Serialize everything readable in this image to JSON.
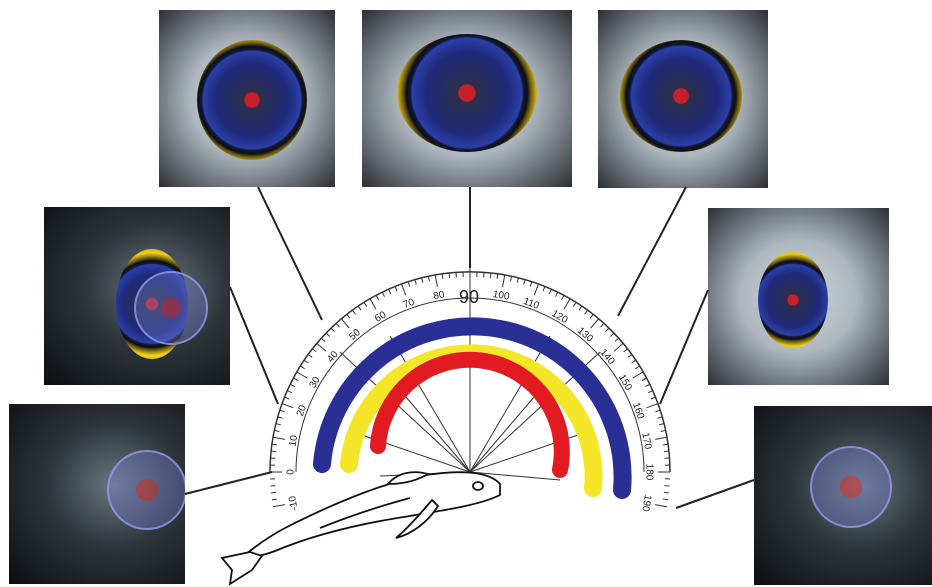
{
  "protractor": {
    "center_label": "90",
    "tick_labels": [
      "-10",
      "0",
      "10",
      "20",
      "30",
      "40",
      "50",
      "60",
      "70",
      "80",
      "100",
      "110",
      "120",
      "130",
      "140",
      "150",
      "160",
      "170",
      "180",
      "190"
    ]
  },
  "arcs": [
    {
      "name": "outer-arc",
      "color": "#2a2f96"
    },
    {
      "name": "middle-arc",
      "color": "#f5e62a"
    },
    {
      "name": "inner-arc",
      "color": "#e21b23"
    }
  ],
  "photos": [
    {
      "name": "eye-photo-top-left"
    },
    {
      "name": "eye-photo-top-center"
    },
    {
      "name": "eye-photo-top-right"
    },
    {
      "name": "eye-photo-mid-left"
    },
    {
      "name": "eye-photo-mid-right"
    },
    {
      "name": "eye-photo-bottom-left"
    },
    {
      "name": "eye-photo-bottom-right"
    }
  ]
}
